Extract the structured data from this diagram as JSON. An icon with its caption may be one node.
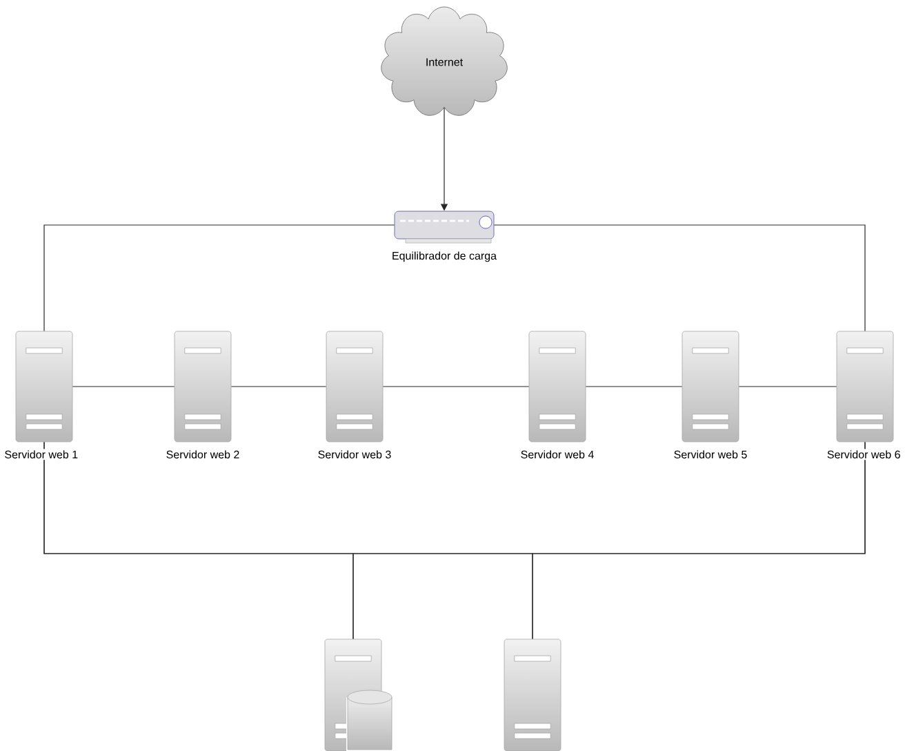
{
  "diagram": {
    "nodes": [
      {
        "text": [
          "Internet"
        ]
      },
      {
        "text": [
          "Equilibrador de carga"
        ]
      },
      {
        "text": [
          "Servidor web 1"
        ]
      },
      {
        "text": [
          "Servidor web 2"
        ]
      },
      {
        "text": [
          "Servidor web 3"
        ]
      },
      {
        "text": [
          "Servidor web 4"
        ]
      },
      {
        "text": [
          "Servidor web 5"
        ]
      },
      {
        "text": [
          "Servidor web 6"
        ]
      },
      {
        "text": [],
        "shape": "database"
      },
      {
        "text": [],
        "shape": "server"
      }
    ],
    "edges": [
      {
        "from": 0,
        "to": 1,
        "arrow": "to"
      },
      {
        "from": 1,
        "to": 2,
        "arrow": "none"
      },
      {
        "from": 1,
        "to": 7,
        "arrow": "none"
      },
      {
        "from": 2,
        "to": 3,
        "arrow": "none"
      },
      {
        "from": 3,
        "to": 4,
        "arrow": "none"
      },
      {
        "from": 4,
        "to": 5,
        "arrow": "none"
      },
      {
        "from": 5,
        "to": 6,
        "arrow": "none"
      },
      {
        "from": 6,
        "to": 7,
        "arrow": "none"
      },
      {
        "from": 2,
        "to": 8,
        "arrow": "none"
      },
      {
        "from": 2,
        "to": 9,
        "arrow": "none"
      },
      {
        "from": 7,
        "to": 8,
        "arrow": "none"
      },
      {
        "from": 7,
        "to": 9,
        "arrow": "none"
      }
    ]
  }
}
